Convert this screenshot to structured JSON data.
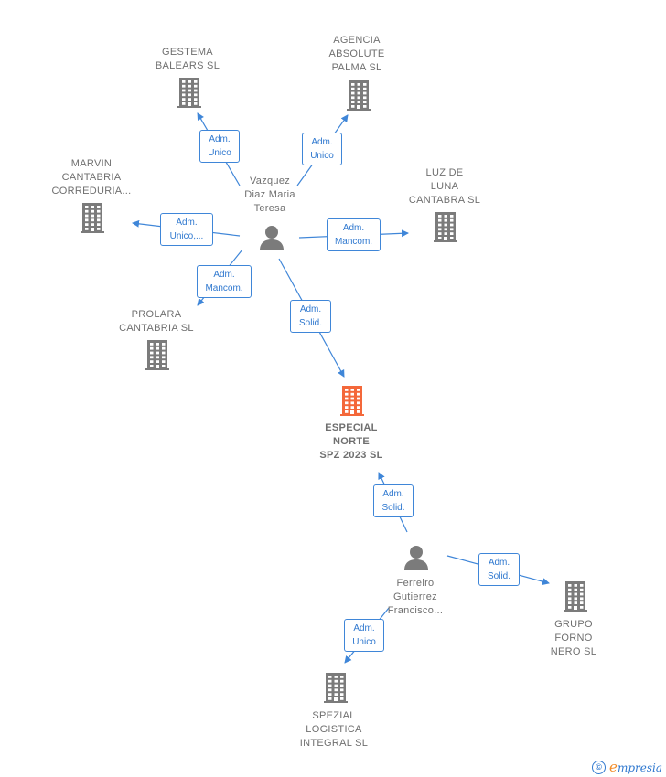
{
  "colors": {
    "edge": "#3f86d8",
    "node": "#7b7b7b",
    "focus": "#f4683a",
    "text": "#6f6f6f"
  },
  "nodes": {
    "gestema": {
      "lines": [
        "GESTEMA",
        "BALEARS  SL"
      ],
      "icon": "building-icon"
    },
    "agencia": {
      "lines": [
        "AGENCIA",
        "ABSOLUTE",
        "PALMA  SL"
      ],
      "icon": "building-icon"
    },
    "marvin": {
      "lines": [
        "MARVIN",
        "CANTABRIA",
        "CORREDURIA..."
      ],
      "icon": "building-icon"
    },
    "luz": {
      "lines": [
        "LUZ DE",
        "LUNA",
        "CANTABRA SL"
      ],
      "icon": "building-icon"
    },
    "prolara": {
      "lines": [
        "PROLARA",
        "CANTABRIA  SL"
      ],
      "icon": "building-icon"
    },
    "especial": {
      "lines": [
        "ESPECIAL",
        "NORTE",
        "SPZ 2023  SL"
      ],
      "icon": "building-icon"
    },
    "grupo": {
      "lines": [
        "GRUPO",
        "FORNO",
        "NERO  SL"
      ],
      "icon": "building-icon"
    },
    "spezial": {
      "lines": [
        "SPEZIAL",
        "LOGISTICA",
        "INTEGRAL SL"
      ],
      "icon": "building-icon"
    },
    "vazquez": {
      "lines": [
        "Vazquez",
        "Diaz Maria",
        "Teresa"
      ],
      "icon": "person-icon"
    },
    "ferreiro": {
      "lines": [
        "Ferreiro",
        "Gutierrez",
        "Francisco..."
      ],
      "icon": "person-icon"
    }
  },
  "edges": [
    {
      "from": "vazquez",
      "to": "gestema",
      "role": [
        "Adm.",
        "Unico"
      ]
    },
    {
      "from": "vazquez",
      "to": "agencia",
      "role": [
        "Adm.",
        "Unico"
      ]
    },
    {
      "from": "vazquez",
      "to": "marvin",
      "role": [
        "Adm.",
        "Unico,..."
      ]
    },
    {
      "from": "vazquez",
      "to": "luz",
      "role": [
        "Adm.",
        "Mancom."
      ]
    },
    {
      "from": "vazquez",
      "to": "prolara",
      "role": [
        "Adm.",
        "Mancom."
      ]
    },
    {
      "from": "vazquez",
      "to": "especial",
      "role": [
        "Adm.",
        "Solid."
      ]
    },
    {
      "from": "ferreiro",
      "to": "especial",
      "role": [
        "Adm.",
        "Solid."
      ]
    },
    {
      "from": "ferreiro",
      "to": "grupo",
      "role": [
        "Adm.",
        "Solid."
      ]
    },
    {
      "from": "ferreiro",
      "to": "spezial",
      "role": [
        "Adm.",
        "Unico"
      ]
    }
  ],
  "footer": {
    "copyright": "©",
    "brand_initial": "e",
    "brand_rest": "mpresia"
  }
}
